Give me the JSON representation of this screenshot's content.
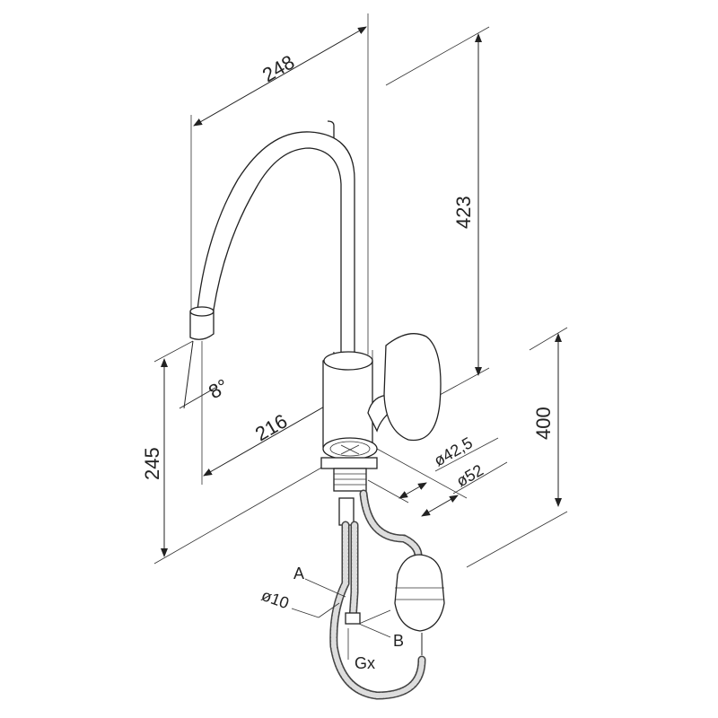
{
  "drawing": {
    "dimensions": {
      "spout_reach": "248",
      "total_height": "423",
      "outlet_height": "245",
      "outlet_offset": "216",
      "angle": "8°",
      "base_diameter_inner": "ø42,5",
      "base_diameter_outer": "ø52",
      "hose_length": "400"
    },
    "callouts": {
      "a": "A",
      "hose_diameter": "ø10",
      "b": "B",
      "thread": "Gx"
    }
  }
}
